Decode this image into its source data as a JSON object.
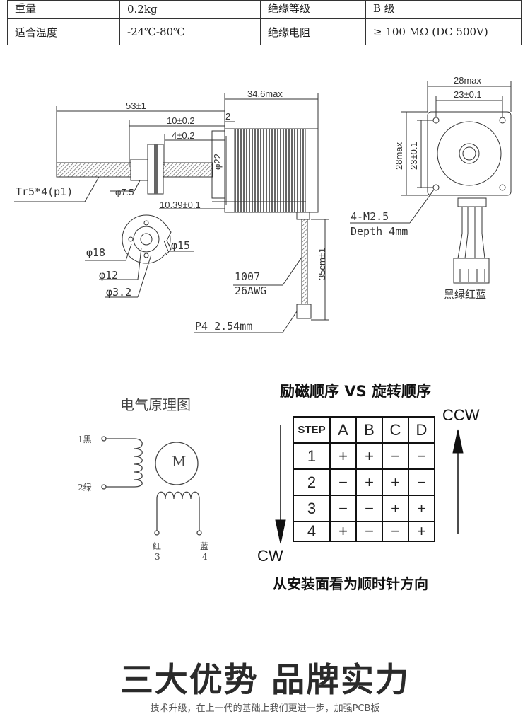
{
  "specs": [
    {
      "k1": "重量",
      "v1": "0.2kg",
      "k2": "绝缘等级",
      "v2": "B 级"
    },
    {
      "k1": "适合温度",
      "v1": "-24℃-80℃",
      "k2": "绝缘电阻",
      "v2": "≥ 100 MΩ  (DC 500V)"
    }
  ],
  "dims": {
    "len_total": "53±1",
    "body_len": "34.6max",
    "d1": "10±0.2",
    "d2": "2",
    "d3": "4±0.2",
    "phi22": "φ22",
    "thread": "Tr5*4(p1)",
    "phi75": "φ7.5",
    "d4": "10.39±0.1",
    "phi18": "φ18",
    "phi15": "φ15",
    "phi12": "φ12",
    "phi32": "φ3.2",
    "wire": "1007",
    "awg": "26AWG",
    "len35": "35cm±1",
    "pitch": "P4 2.54mm",
    "w28": "28max",
    "w23": "23±0.1",
    "h28": "28max",
    "h23": "23±0.1",
    "screw": "4-M2.5",
    "depth": "Depth 4mm",
    "colors": "黑绿红蓝"
  },
  "electrical": {
    "title": "电气原理图",
    "p1": "1黑",
    "p2": "2绿",
    "p3c": "红",
    "p3n": "3",
    "p4c": "蓝",
    "p4n": "4",
    "motor": "M"
  },
  "sequence": {
    "title": "励磁顺序 VS 旋转顺序",
    "header": [
      "STEP",
      "A",
      "B",
      "C",
      "D"
    ],
    "rows": [
      {
        "step": "1",
        "vals": [
          "+",
          "+",
          "−",
          "−"
        ]
      },
      {
        "step": "2",
        "vals": [
          "−",
          "+",
          "+",
          "−"
        ]
      },
      {
        "step": "3",
        "vals": [
          "−",
          "−",
          "+",
          "+"
        ]
      },
      {
        "step": "4",
        "vals": [
          "+",
          "−",
          "−",
          "+"
        ]
      }
    ],
    "ccw": "CCW",
    "cw": "CW",
    "note": "从安装面看为顺时针方向"
  },
  "footer": {
    "title": "三大优势 品牌实力",
    "subtitle": "技术升级，在上一代的基础上我们更进一步，加强PCB板"
  }
}
